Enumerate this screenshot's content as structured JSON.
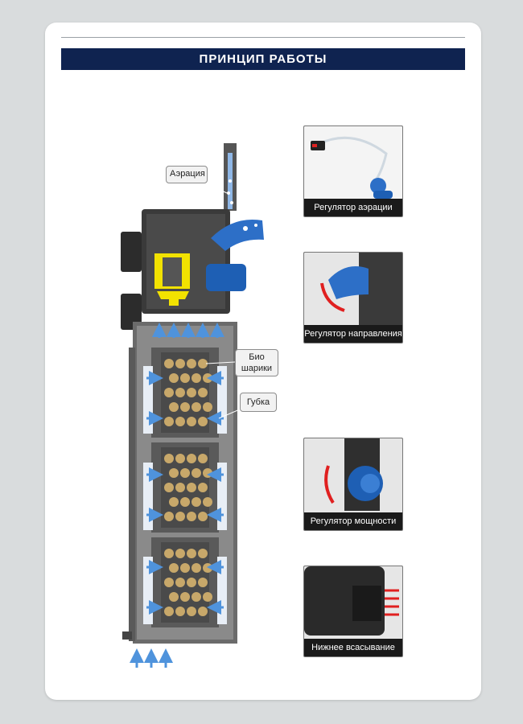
{
  "header": {
    "title": "ПРИНЦИП  РАБОТЫ"
  },
  "diagram": {
    "labels": {
      "aeration": "Аэрация",
      "bio_balls": "Био\nшарики",
      "sponge": "Губка"
    }
  },
  "features": [
    {
      "caption": "Регулятор аэрации",
      "icon": "aeration-tube-icon"
    },
    {
      "caption": "Регулятор направления",
      "icon": "direction-nozzle-icon"
    },
    {
      "caption": "Регулятор мощности",
      "icon": "power-knob-icon"
    },
    {
      "caption": "Нижнее всасывание",
      "icon": "bottom-intake-icon"
    }
  ],
  "colors": {
    "banner": "#0f2350",
    "accent_blue": "#1e5fb4",
    "arrow_blue": "#5aa0e6",
    "motor_yellow": "#f2e200",
    "bio_ball": "#c8a86a",
    "intake_red": "#e02020"
  }
}
